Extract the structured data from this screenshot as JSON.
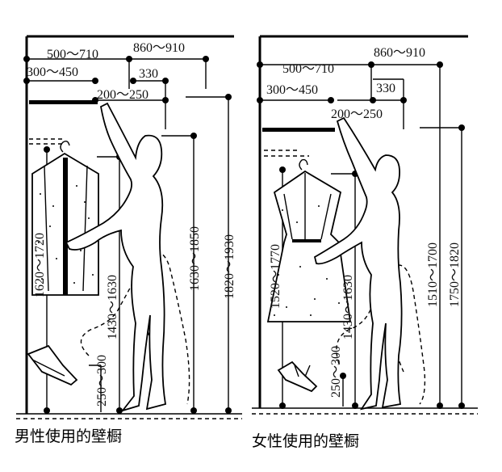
{
  "men": {
    "caption": "男性使用的壁橱",
    "dims": {
      "d1": "500～710",
      "d2": "860～910",
      "d3": "300～450",
      "d4": "330",
      "d5": "200～250",
      "v1": "1620～1720",
      "v2": "1430～1630",
      "v3": "250～300",
      "v4": "1630～1850",
      "v5": "1820～1930"
    }
  },
  "women": {
    "caption": "女性使用的壁橱",
    "dims": {
      "d1": "500～710",
      "d2": "860～910",
      "d3": "300～450",
      "d4": "330",
      "d5": "200～250",
      "v1": "1520～1770",
      "v2": "1430～1630",
      "v3": "250～300",
      "v4": "1510～1700",
      "v5": "1750～1820"
    }
  }
}
